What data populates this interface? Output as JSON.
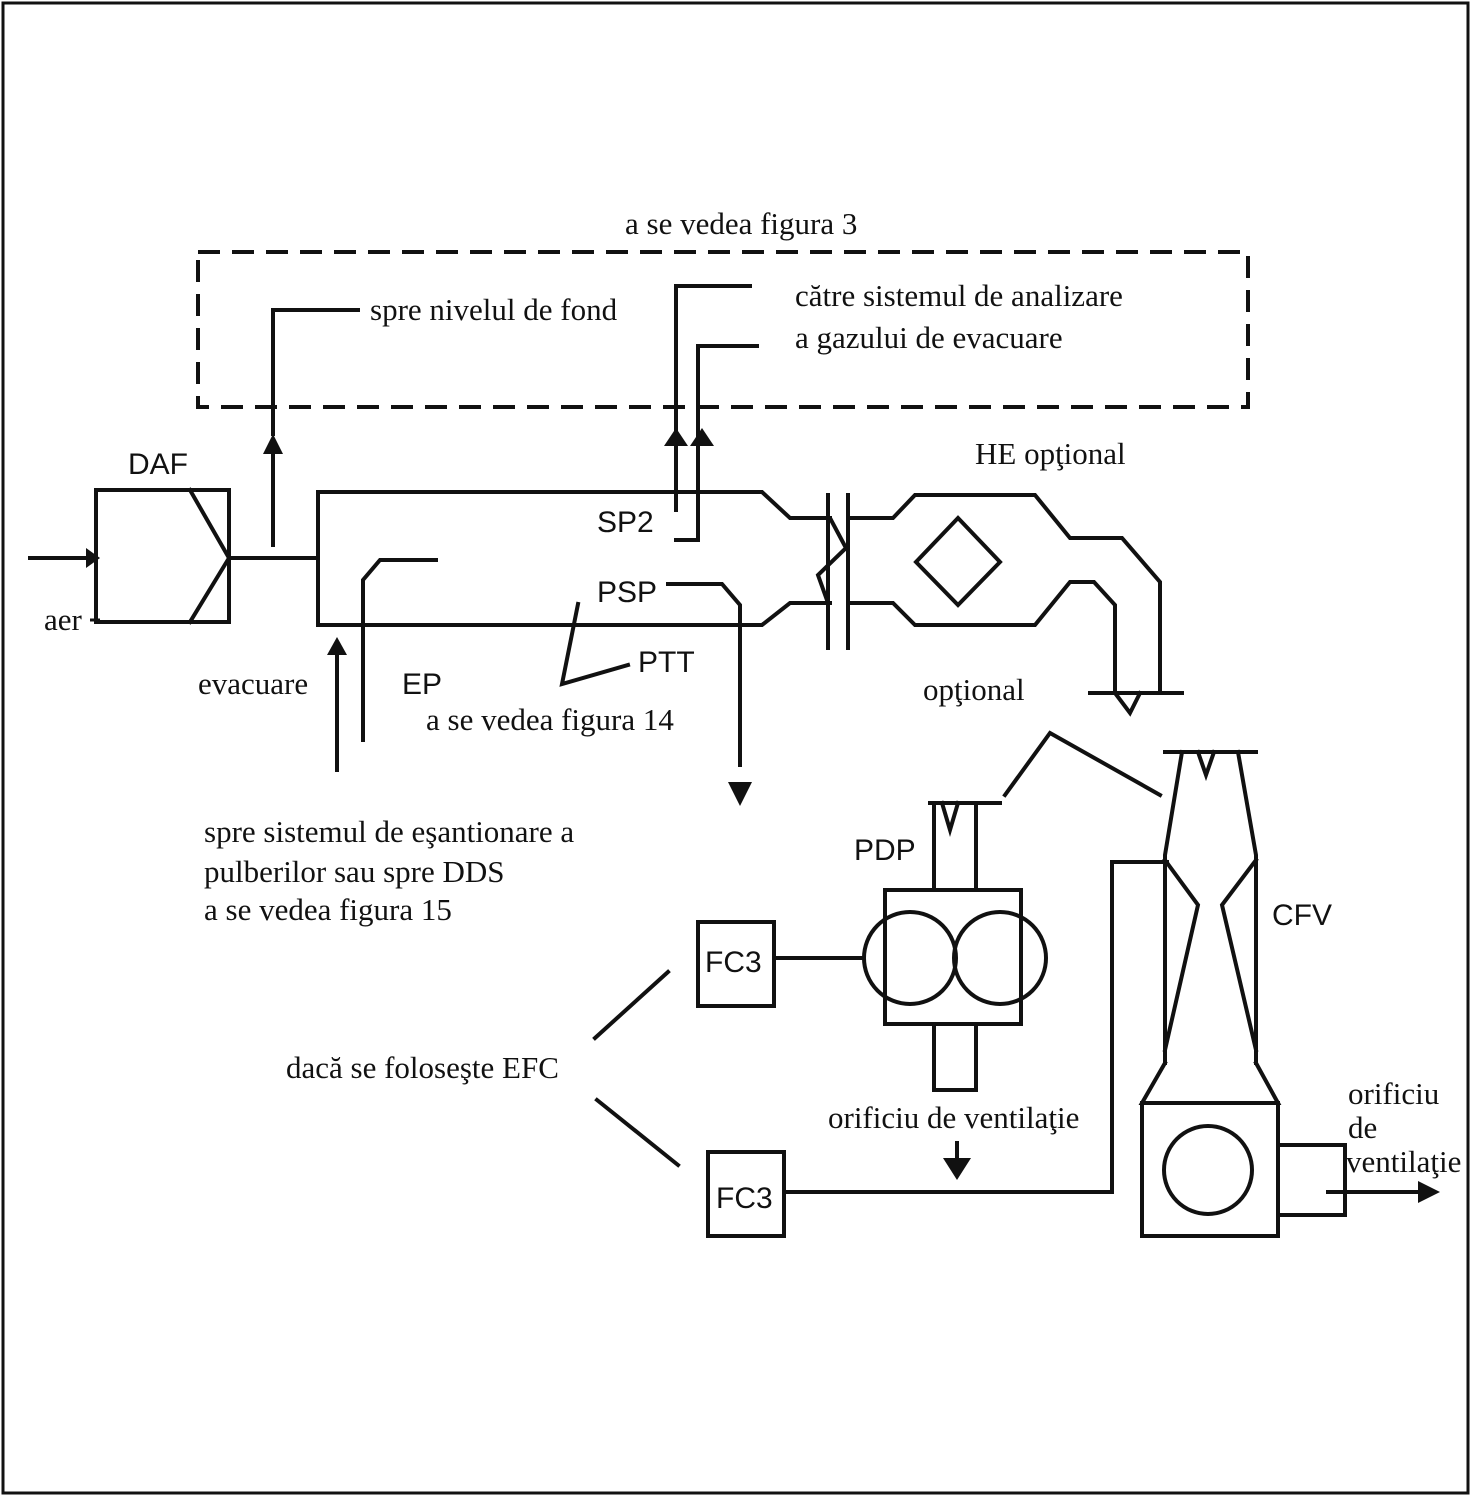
{
  "labels": {
    "see_fig3": "a se vedea figura 3",
    "to_background": "spre nivelul de fond",
    "to_exhaust_analysis_1": "către sistemul de analizare",
    "to_exhaust_analysis_2": "a gazului de evacuare",
    "daf": "DAF",
    "air": "aer",
    "sp2": "SP2",
    "psp": "PSP",
    "ptt": "PTT",
    "he_optional": "HE opţional",
    "optional": "opţional",
    "exhaust": "evacuare",
    "ep": "EP",
    "see_fig14": "a se vedea figura 14",
    "to_particulate_1": "spre sistemul de eşantionare a",
    "to_particulate_2": "pulberilor sau spre DDS",
    "to_particulate_3": "a se vedea figura 15",
    "pdp": "PDP",
    "cfv": "CFV",
    "fc3_top": "FC3",
    "fc3_bottom": "FC3",
    "if_efc": "dacă se foloseşte EFC",
    "vent_center": "orificiu de ventilaţie",
    "vent_right_1": "orificiu",
    "vent_right_2": "de",
    "vent_right_3": "ventilaţie"
  }
}
